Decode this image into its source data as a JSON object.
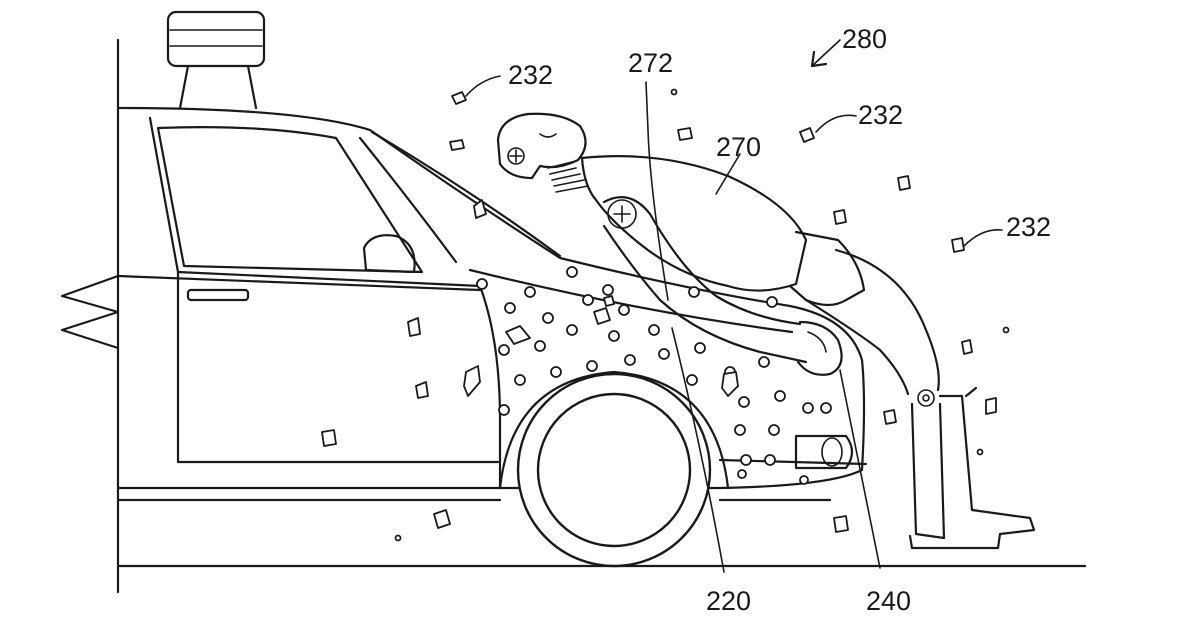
{
  "figure": {
    "reference_numerals": {
      "system": "280",
      "adhesive_particles_1": "232",
      "adhesive_particles_2": "232",
      "adhesive_particles_3": "232",
      "pedestrian": "270",
      "pedestrian_contact": "272",
      "hood_layer": "220",
      "front_bumper": "240"
    }
  }
}
